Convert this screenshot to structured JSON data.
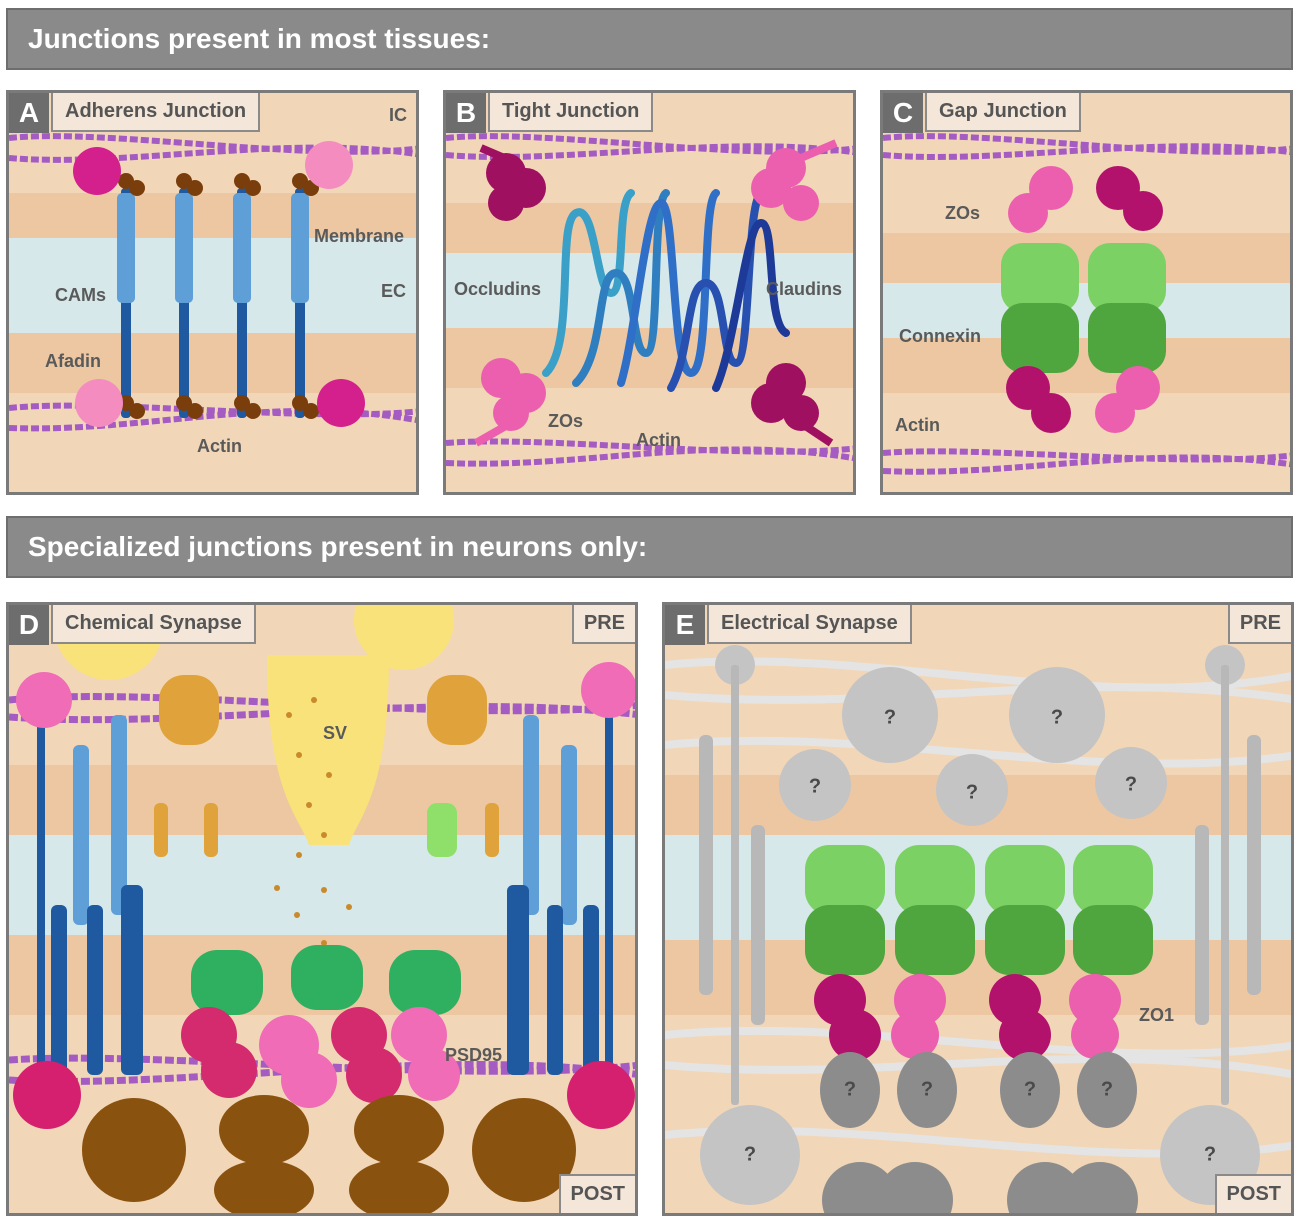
{
  "banners": {
    "top": "Junctions present in most tissues:",
    "bottom": "Specialized junctions present in neurons only:"
  },
  "panels": {
    "A": {
      "letter": "A",
      "title": "Adherens Junction",
      "labels": {
        "ic": "IC",
        "membrane": "Membrane",
        "ec": "EC",
        "cams": "CAMs",
        "afadin": "Afadin",
        "actin": "Actin"
      }
    },
    "B": {
      "letter": "B",
      "title": "Tight Junction",
      "labels": {
        "occludins": "Occludins",
        "claudins": "Claudins",
        "zos": "ZOs",
        "actin": "Actin"
      }
    },
    "C": {
      "letter": "C",
      "title": "Gap Junction",
      "labels": {
        "zos": "ZOs",
        "connexin": "Connexin",
        "actin": "Actin"
      }
    },
    "D": {
      "letter": "D",
      "title": "Chemical Synapse",
      "labels": {
        "pre": "PRE",
        "post": "POST",
        "sv": "SV",
        "psd95": "PSD95"
      }
    },
    "E": {
      "letter": "E",
      "title": "Electrical Synapse",
      "labels": {
        "pre": "PRE",
        "post": "POST",
        "zo1": "ZO1",
        "unknown": "?"
      }
    }
  },
  "colors": {
    "cytoplasm": "#f2d6b8",
    "membrane": "#ecc7a2",
    "extracellular": "#d6e8ea",
    "actin": "#a45cc2",
    "cam_light": "#5f9fd8",
    "cam_dark": "#1f5aa0",
    "zo_magenta": "#b3126c",
    "zo_pink": "#ec5fae",
    "connexin_green": "#7cd164",
    "connexin_dark": "#4fa63e",
    "vesicle": "#f9e27a",
    "gray_unknown": "#c4c4c4"
  }
}
